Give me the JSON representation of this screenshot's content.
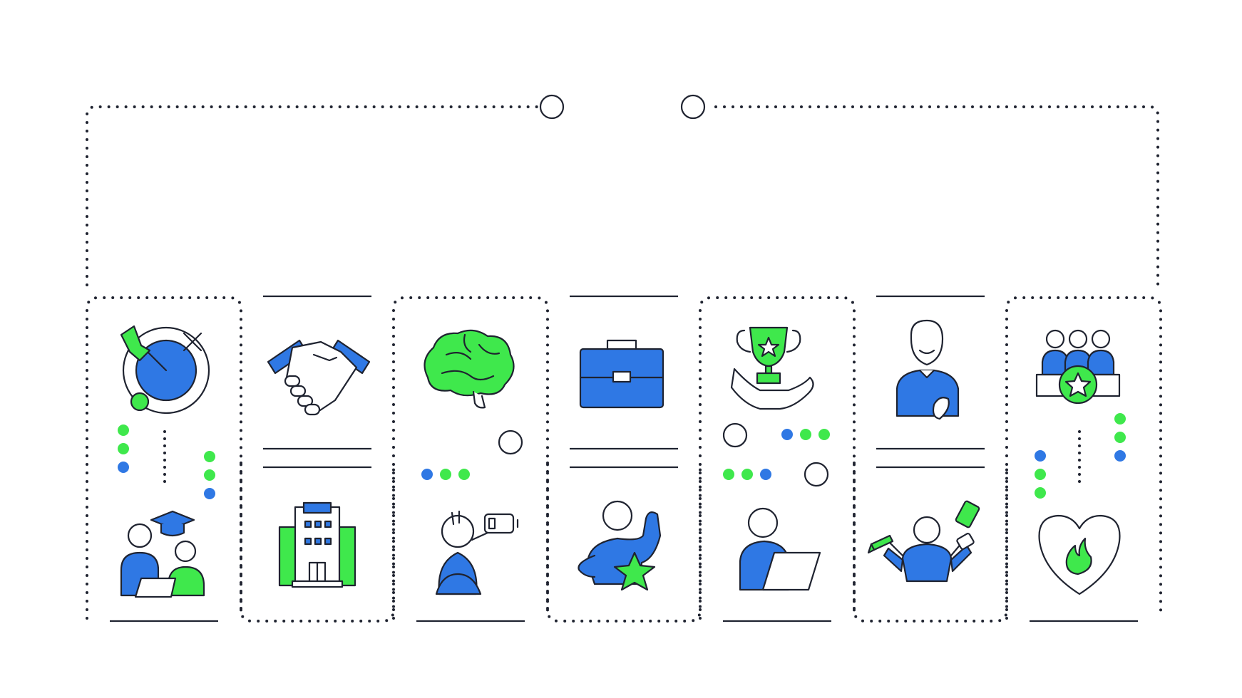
{
  "colors": {
    "blue": "#2f78e4",
    "green": "#3fe84c",
    "outline": "#1f2330",
    "dots": "#1f2330",
    "background": "#ffffff"
  },
  "columns": [
    {
      "frame": "dotted-open-bottom",
      "top_icon": "target-arrow-icon",
      "bottom_icon": "mentoring-graduate-icon"
    },
    {
      "frame": "solid-lines-bottom-dotted",
      "top_icon": "handshake-icon",
      "bottom_icon": "office-building-icon"
    },
    {
      "frame": "dotted-open-bottom",
      "top_icon": "brain-icon",
      "bottom_icon": "low-battery-burnout-icon"
    },
    {
      "frame": "solid-lines-bottom-dotted",
      "top_icon": "briefcase-icon",
      "bottom_icon": "strong-person-star-icon"
    },
    {
      "frame": "dotted-open-bottom",
      "top_icon": "trophy-in-hand-icon",
      "bottom_icon": "person-laptop-icon"
    },
    {
      "frame": "solid-lines-bottom-dotted",
      "top_icon": "employee-avatar-icon",
      "bottom_icon": "multitasking-person-icon"
    },
    {
      "frame": "dotted-open-bottom",
      "top_icon": "team-star-icon",
      "bottom_icon": "heart-flame-icon"
    }
  ]
}
